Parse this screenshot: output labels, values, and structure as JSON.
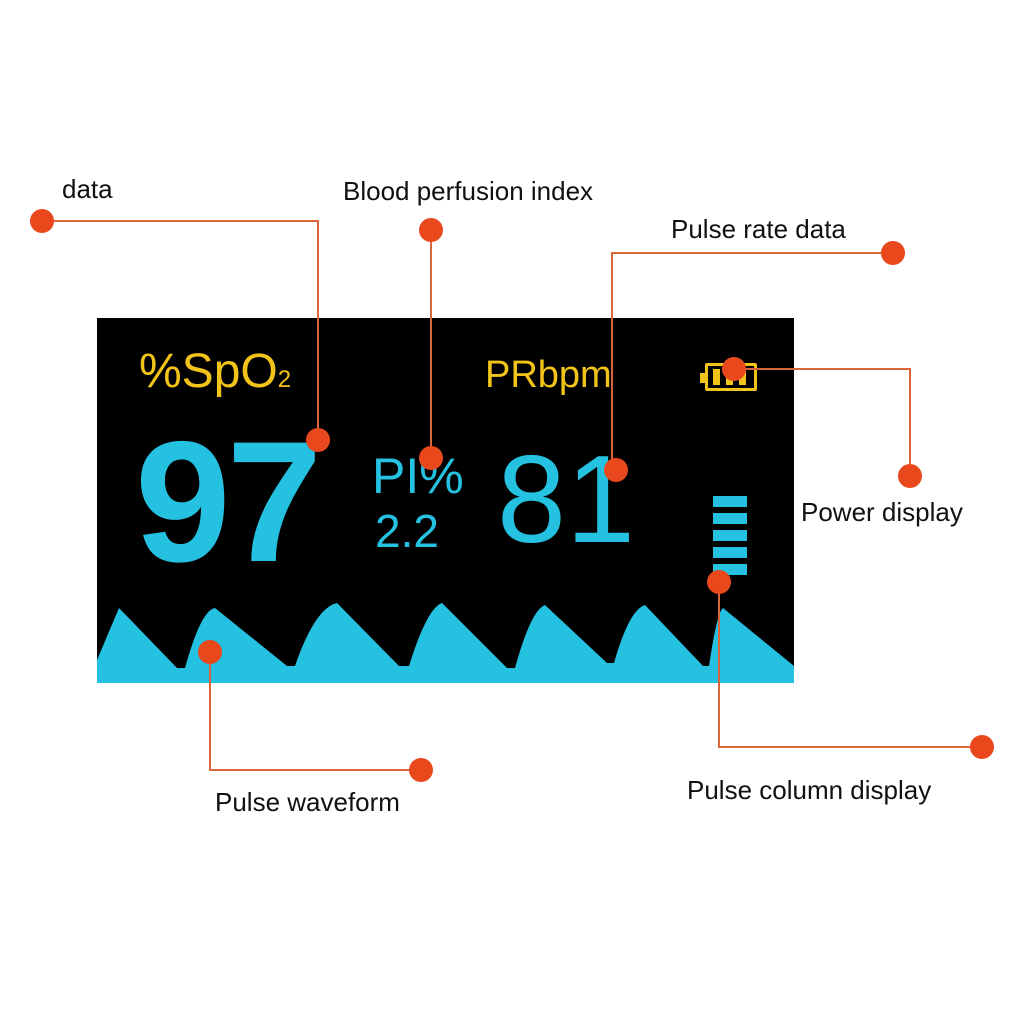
{
  "callouts": {
    "data": "data",
    "pi": "Blood perfusion index",
    "pulse_rate": "Pulse rate data",
    "power": "Power display",
    "waveform": "Pulse waveform",
    "pulse_column": "Pulse column display"
  },
  "screen": {
    "spo2_label": "%SpO",
    "spo2_label_sub": "2",
    "pr_label": "PRbpm",
    "spo2_value": "97",
    "pi_label": "PI%",
    "pi_value": "2.2",
    "pr_value": "81",
    "battery_bars": 3,
    "pulse_column_segments": 5
  },
  "colors": {
    "screen_bg": "#000000",
    "label_yellow": "#f2c41a",
    "value_cyan": "#25c1e1",
    "callout_orange": "#e8481c",
    "leader_line": "#d9663a"
  }
}
